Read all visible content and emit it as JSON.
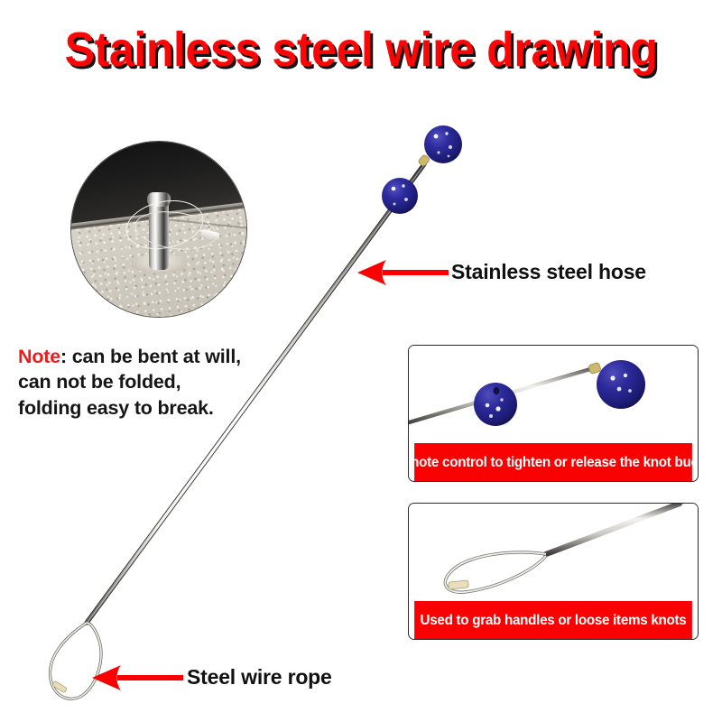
{
  "page": {
    "title": "Stainless steel wire drawing",
    "background_color": "#ffffff",
    "title_color": "#fb0606",
    "title_shadow_color": "#121212",
    "accent_red": "#fb0000",
    "text_color": "#111111"
  },
  "note": {
    "keyword": "Note",
    "separator": ":",
    "line1": " can be bent at will,",
    "line2": "can not be folded,",
    "line3": "folding easy to break.",
    "keyword_color": "#ec1c1c"
  },
  "callouts": [
    {
      "id": "stainless-steel-hose",
      "label": "Stainless steel hose",
      "arrow_direction": "left",
      "arrow_color": "#fb0000"
    },
    {
      "id": "steel-wire-rope",
      "label": "Steel wire rope",
      "arrow_direction": "left",
      "arrow_color": "#fb0000"
    }
  ],
  "panels": [
    {
      "id": "knot-buckle",
      "caption": "Remote control to tighten or release the knot buckle",
      "caption_bg": "#fb0000",
      "caption_color": "#ffffff",
      "photo_alt": "two blue beads on a stainless steel wire"
    },
    {
      "id": "grab-loop",
      "caption": "Used to grab handles or loose items knots",
      "caption_bg": "#fb0000",
      "caption_color": "#ffffff",
      "photo_alt": "steel wire rope loop at the tip of the rod"
    }
  ],
  "inset_photo": {
    "id": "installation-photo",
    "shape": "circle",
    "alt": "chrome post with wire loop on textured floor"
  },
  "product": {
    "bead_color": "#27268c",
    "wire_color": "#bdbdbd",
    "bead_count": 2
  }
}
